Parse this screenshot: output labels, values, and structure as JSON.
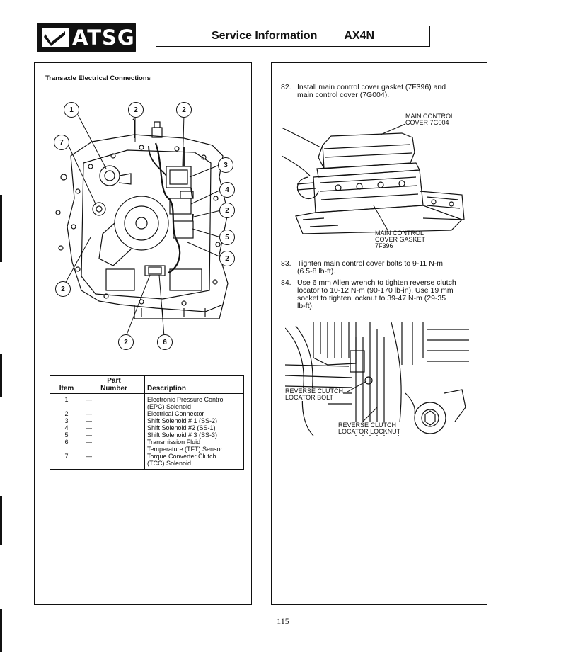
{
  "logo": {
    "text": "ATSG"
  },
  "header": {
    "title": "Service Information",
    "model": "AX4N"
  },
  "left": {
    "section_title": "Transaxle Electrical Connections",
    "callout_numbers": [
      "1",
      "2",
      "2",
      "7",
      "3",
      "4",
      "2",
      "5",
      "2",
      "2",
      "2",
      "6"
    ],
    "table": {
      "headers": {
        "item": "Item",
        "part_top": "Part",
        "part_bottom": "Number",
        "description": "Description"
      },
      "rows": [
        {
          "item": "1",
          "part": "—",
          "desc1": "Electronic Pressure Control",
          "desc2": "(EPC) Solenoid"
        },
        {
          "item": "2",
          "part": "—",
          "desc1": "Electrical Connector",
          "desc2": ""
        },
        {
          "item": "3",
          "part": "—",
          "desc1": "Shift Solenoid # 1 (SS-2)",
          "desc2": ""
        },
        {
          "item": "4",
          "part": "—",
          "desc1": "Shift Solenoid #2 (SS-1)",
          "desc2": ""
        },
        {
          "item": "5",
          "part": "—",
          "desc1": "Shift Solenoid # 3 (SS-3)",
          "desc2": ""
        },
        {
          "item": "6",
          "part": "—",
          "desc1": "Transmission Fluid",
          "desc2": "Temperature (TFT) Sensor"
        },
        {
          "item": "7",
          "part": "—",
          "desc1": "Torque Converter Clutch",
          "desc2": "(TCC) Solenoid"
        }
      ]
    }
  },
  "right": {
    "step82": {
      "num": "82.",
      "line1": "Install main control cover gasket (7F396) and",
      "line2": "main control cover (7G004)."
    },
    "fig1": {
      "cover_l1": "MAIN CONTROL",
      "cover_l2": "COVER 7G004",
      "gasket_l1": "MAIN CONTROL",
      "gasket_l2": "COVER GASKET",
      "gasket_l3": "7F396"
    },
    "step83": {
      "num": "83.",
      "line1": "Tighten main control cover bolts to 9-11 N-m",
      "line2": "(6.5-8 lb-ft)."
    },
    "step84": {
      "num": "84.",
      "line1": "Use 6 mm Allen wrench to tighten reverse clutch",
      "line2": "locator to 10-12 N-m (90-170 lb-in).  Use 19 mm",
      "line3": "socket to tighten locknut to 39-47 N-m (29-35",
      "line4": "lb-ft)."
    },
    "fig2": {
      "bolt_l1": "REVERSE CLUTCH",
      "bolt_l2": "LOCATOR BOLT",
      "nut_l1": "REVERSE CLUTCH",
      "nut_l2": "LOCATOR LOCKNUT"
    }
  },
  "page_number": "115"
}
